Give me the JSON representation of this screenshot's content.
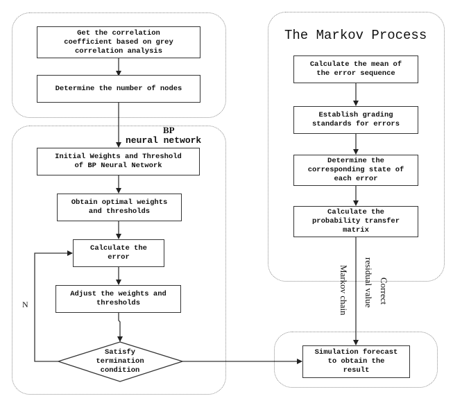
{
  "groups": {
    "preprocessing": {
      "boxes": [
        "Get the correlation\ncoefficient based on grey\ncorrelation analysis",
        "Determine the number of nodes"
      ]
    },
    "bp_network": {
      "title_line1": "BP",
      "title_line2": "neural network",
      "boxes": [
        "Initial Weights and Threshold\nof BP Neural Network",
        "Obtain optimal weights\nand thresholds",
        "Calculate the\nerror",
        "Adjust the weights and\nthresholds"
      ],
      "decision": "Satisfy\ntermination\ncondition",
      "loop_label": "N"
    },
    "markov": {
      "title": "The Markov Process",
      "boxes": [
        "Calculate the mean of\nthe error sequence",
        "Establish grading\nstandards for errors",
        "Determine the\ncorresponding state of\neach error",
        "Calculate the\nprobability transfer\nmatrix"
      ]
    },
    "result": {
      "box": "Simulation forecast\nto obtain the\nresult"
    }
  },
  "edge_labels": {
    "markov_chain": "Markov chain",
    "correct_line1": "Correct",
    "correct_line2": "residual value"
  }
}
